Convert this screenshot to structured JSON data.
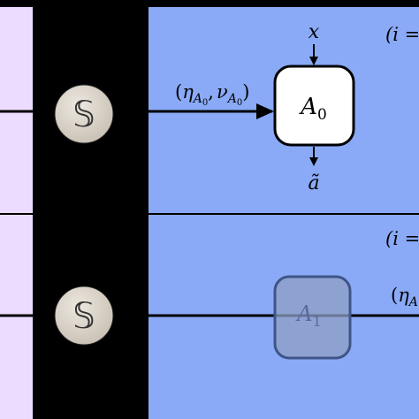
{
  "colors": {
    "left_panel": "#ecdcff",
    "separator_band": "#000000",
    "right_panel": "#8aaaf7",
    "line": "#000000",
    "node_fill": "#d9d2c8",
    "box_fill": "#ffffff",
    "ghost_box_fill": "#8f9fc4",
    "ghost_box_stroke": "#3f5488"
  },
  "row1": {
    "index_label": "(i =",
    "node_symbol": "𝕊",
    "edge_label": {
      "open": "(",
      "eta": "η",
      "sub1": "A",
      "sub1b": "0",
      "comma": ",",
      "nu": "ν",
      "sub2": "A",
      "sub2b": "0",
      "close": ")"
    },
    "box_label": {
      "main": "A",
      "sub": "0"
    },
    "input_label": "x",
    "output_label": "ã"
  },
  "row2": {
    "index_label": "(i =",
    "node_symbol": "𝕊",
    "box_label": {
      "main": "A",
      "sub": "1"
    },
    "edge_label_partial": {
      "open": "(",
      "eta": "η",
      "sub": "A"
    }
  }
}
